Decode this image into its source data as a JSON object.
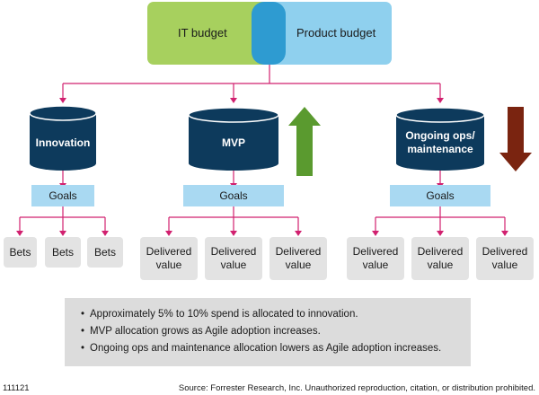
{
  "budget": {
    "it_label": "IT budget",
    "product_label": "Product budget"
  },
  "columns": [
    {
      "title": "Innovation",
      "goals": "Goals",
      "leaves": [
        "Bets",
        "Bets",
        "Bets"
      ],
      "trend": ""
    },
    {
      "title": "MVP",
      "goals": "Goals",
      "leaves": [
        "Delivered\nvalue",
        "Delivered\nvalue",
        "Delivered\nvalue"
      ],
      "trend": "up"
    },
    {
      "title": "Ongoing ops/\nmaintenance",
      "goals": "Goals",
      "leaves": [
        "Delivered\nvalue",
        "Delivered\nvalue",
        "Delivered\nvalue"
      ],
      "trend": "down"
    }
  ],
  "notes": [
    "Approximately 5% to 10% spend is allocated to innovation.",
    "MVP allocation grows as Agile adoption increases.",
    "Ongoing ops and maintenance allocation lowers as Agile adoption increases."
  ],
  "footer": {
    "id": "111121",
    "source": "Source: Forrester Research, Inc. Unauthorized reproduction, citation, or distribution prohibited."
  },
  "colors": {
    "it_budget": "#a7d05e",
    "product_budget": "#8fd0ee",
    "overlap": "#2e9bd1",
    "cylinder": "#0d3a5c",
    "connector": "#d1206f",
    "goals": "#a9d9f2",
    "leaf": "#e3e3e3",
    "arrow_up": "#5a9a2f",
    "arrow_down": "#7a2410"
  }
}
